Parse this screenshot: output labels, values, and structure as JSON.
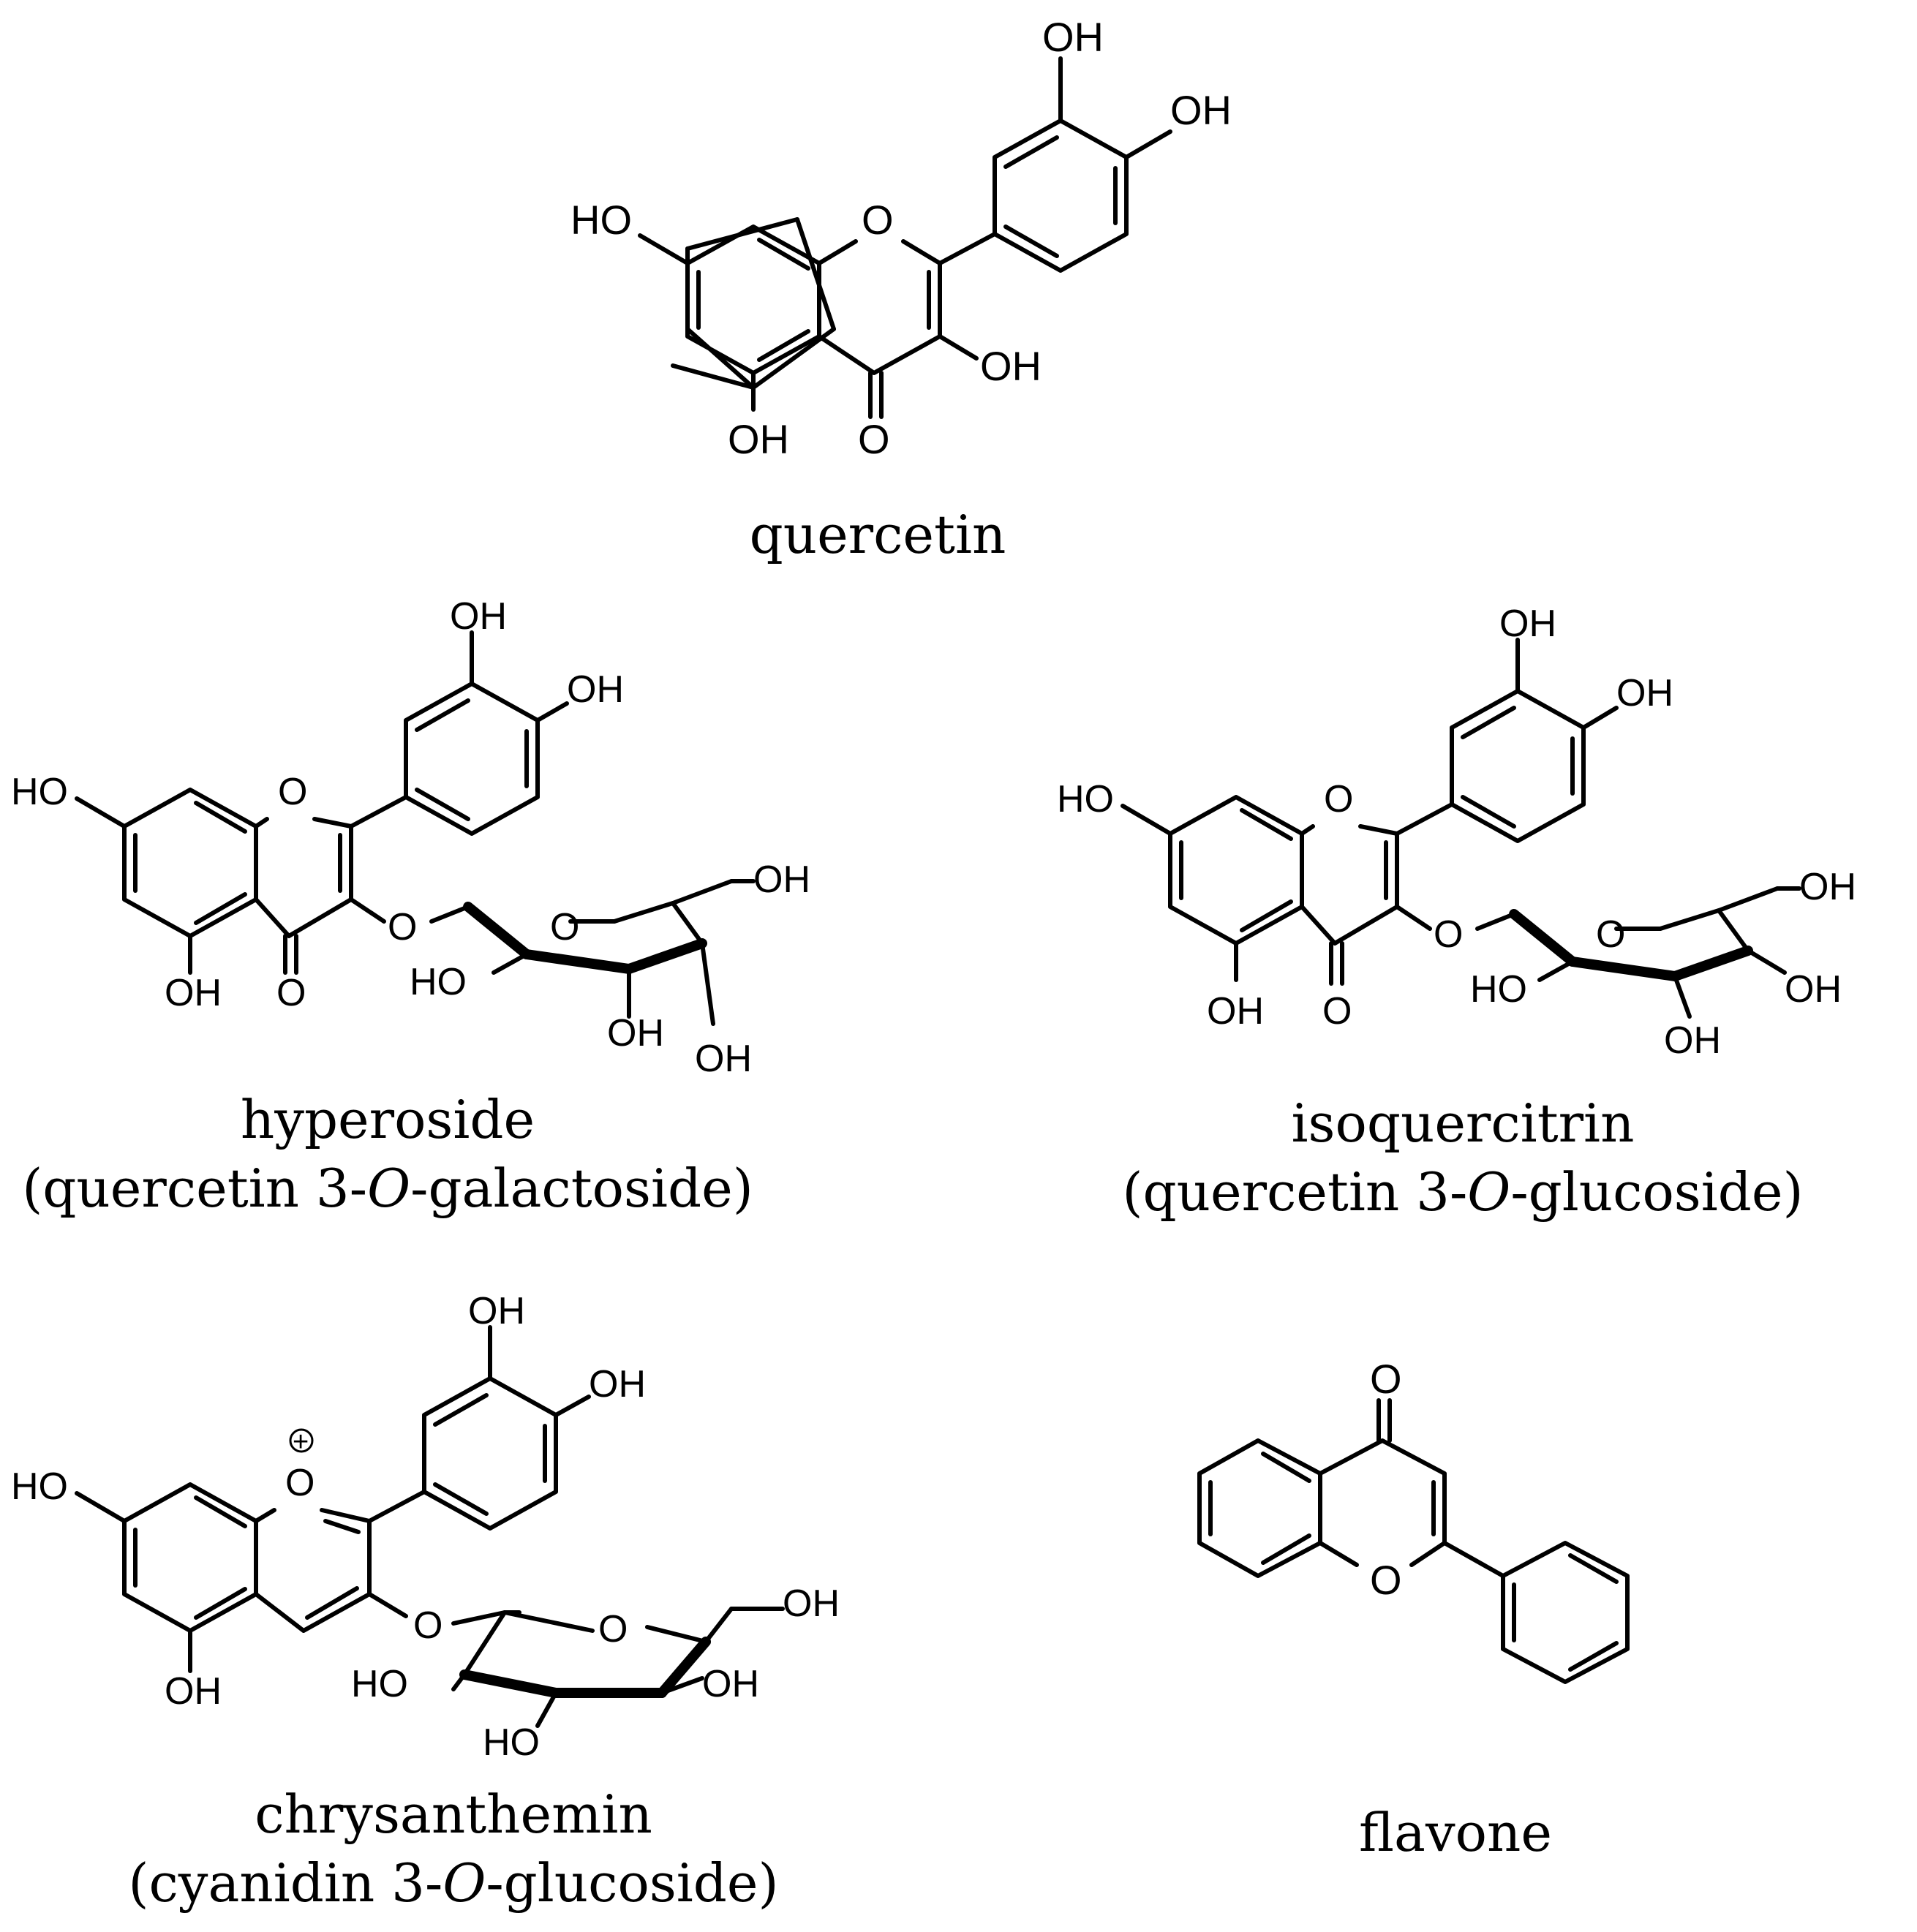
{
  "molecules": [
    {
      "id": "quercetin",
      "name": "quercetin",
      "labels": {
        "oh7": "HO",
        "oh5": "OH",
        "carbonyl": "O",
        "ring_o": "O",
        "oh3": "OH",
        "oh3p": "OH",
        "oh4p": "OH"
      }
    },
    {
      "id": "hyperoside",
      "name": "hyperoside",
      "subtitle": {
        "pre": "(quercetin 3-",
        "it": "O",
        "post": "-galactoside)"
      },
      "labels": {
        "oh7": "HO",
        "oh5": "OH",
        "carbonyl": "O",
        "ring_o": "O",
        "glyco_o": "O",
        "oh3p": "OH",
        "oh4p": "OH",
        "sugar_ring_o": "O",
        "oh6s": "OH",
        "oh2s": "HO",
        "oh3s": "OH",
        "oh4s": "OH"
      }
    },
    {
      "id": "isoquercitrin",
      "name": "isoquercitrin",
      "subtitle": {
        "pre": "(quercetin 3-",
        "it": "O",
        "post": "-glucoside)"
      },
      "labels": {
        "oh7": "HO",
        "oh5": "OH",
        "carbonyl": "O",
        "ring_o": "O",
        "glyco_o": "O",
        "oh3p": "OH",
        "oh4p": "OH",
        "sugar_ring_o": "O",
        "oh6s": "OH",
        "oh2s": "HO",
        "oh3s": "OH",
        "oh4s": "OH"
      }
    },
    {
      "id": "chrysanthemin",
      "name": "chrysanthemin",
      "subtitle": {
        "pre": "(cyanidin 3-",
        "it": "O",
        "post": "-glucoside)"
      },
      "labels": {
        "oh7": "HO",
        "oh5": "OH",
        "ring_o": "O",
        "charge": "+",
        "glyco_o": "O",
        "oh3p": "OH",
        "oh4p": "OH",
        "sugar_ring_o": "O",
        "oh6s": "OH",
        "oh2s": "HO",
        "oh3s": "HO",
        "oh4s": "OH"
      }
    },
    {
      "id": "flavone",
      "name": "flavone",
      "labels": {
        "carbonyl": "O",
        "ring_o": "O"
      }
    }
  ]
}
